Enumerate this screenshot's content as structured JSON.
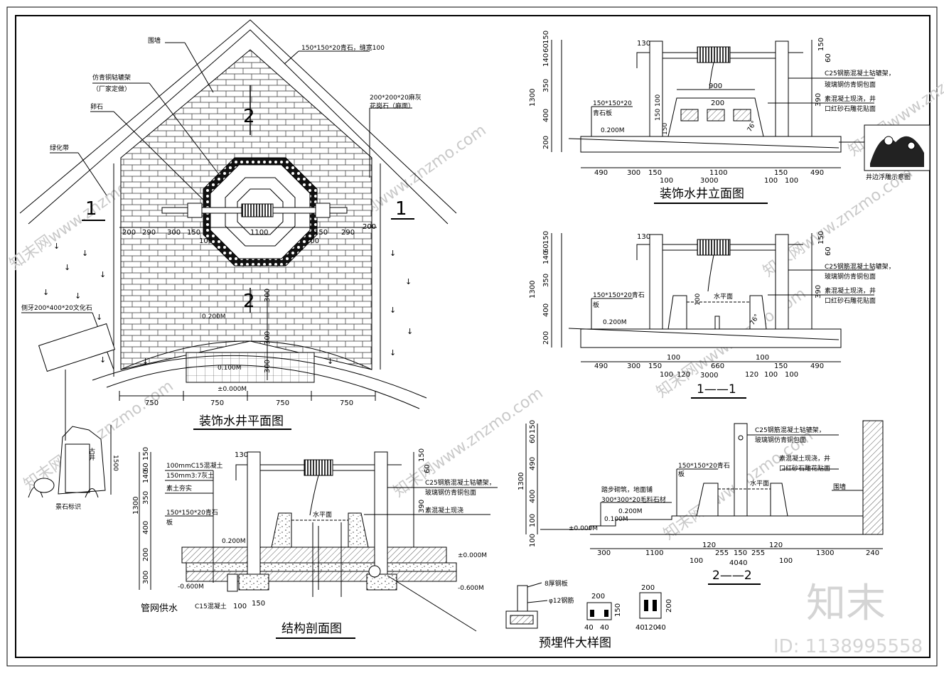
{
  "titles": {
    "plan": "装饰水井平面图",
    "elevation": "装饰水井立面图",
    "section11": "1——1",
    "section22": "2——2",
    "structure": "结构剖面图",
    "embedded": "预埋件大样图"
  },
  "plan_labels": {
    "enclosure_wall": "围墙",
    "stone_top": "150*150*20青石，缝宽100",
    "bracket": "仿青铜轱辘架",
    "bracket_note": "（厂家定做）",
    "pebble": "卵石",
    "green_belt": "绿化带",
    "granite_1": "200*200*20麻灰",
    "granite_2": "花岗石（麻面）",
    "culture_stone": "侧牙200*400*20文化石",
    "section_1": "1",
    "section_2": "2",
    "level_200": "0.200M",
    "level_100": "0.100M",
    "level_000": "±0.000M",
    "dims_top": [
      "200",
      "290",
      "300",
      "150",
      "100",
      "1100",
      "100",
      "150",
      "290",
      "200"
    ],
    "dims_bottom": [
      "750",
      "750",
      "750",
      "750"
    ],
    "dims_vertical": [
      "300",
      "300",
      "300"
    ]
  },
  "rock_sign": {
    "text": "景石标识",
    "carved": "古井",
    "height": "1500"
  },
  "elevation_labels": {
    "bracket_1": "C25钢筋混凝土轱辘架，",
    "bracket_2": "玻璃钢仿青铜包面",
    "concrete_1": "素混凝土现浇，井",
    "concrete_2": "口红砂石雕花贴面",
    "stone_1": "150*150*20",
    "stone_2": "青石板",
    "level": "0.200M",
    "relief": "井边浮雕示意图",
    "dims_left": [
      "130",
      "60",
      "150",
      "140",
      "350",
      "400",
      "200",
      "1300"
    ],
    "dims_right": [
      "150",
      "60",
      "390"
    ],
    "dims_bottom": [
      "490",
      "300",
      "150",
      "1100",
      "150",
      "490",
      "100",
      "3000",
      "100",
      "100"
    ],
    "inner": [
      "900",
      "200",
      "76°",
      "150",
      "100",
      "150"
    ]
  },
  "section11_labels": {
    "bracket_1": "C25钢筋混凝土轱辘架，",
    "bracket_2": "玻璃钢仿青铜包面",
    "concrete_1": "素混凝土现浇，井",
    "concrete_2": "口红砂石雕花贴面",
    "stone_1": "150*150*20青石",
    "stone_2": "板",
    "water": "水平面",
    "level": "0.200M",
    "dims_left": [
      "130",
      "60",
      "150",
      "140",
      "350",
      "400",
      "200",
      "1300"
    ],
    "dims_right": [
      "150",
      "60",
      "390"
    ],
    "dims_bottom": [
      "490",
      "300",
      "150",
      "100",
      "660",
      "100",
      "150",
      "490",
      "100",
      "120",
      "3000",
      "120",
      "100",
      "100"
    ],
    "inner": [
      "100",
      "76°"
    ]
  },
  "section22_labels": {
    "bracket_1": "C25钢筋混凝土轱辘架，",
    "bracket_2": "玻璃钢仿青铜包面",
    "concrete_1": "素混凝土现浇，井",
    "concrete_2": "口红砂石雕花贴面",
    "stone_1": "150*150*20青石",
    "stone_2": "板",
    "step_1": "踏步砌筑，地面铺",
    "step_2": "300*300*20毛料石材",
    "wall": "围墙",
    "water": "水平面",
    "level_200": "0.200M",
    "level_100": "0.100M",
    "level_000": "±0.000M",
    "dims_left": [
      "150",
      "60",
      "490",
      "400",
      "100",
      "1300",
      "100"
    ],
    "dims_bottom": [
      "300",
      "1100",
      "120",
      "255",
      "150",
      "255",
      "120",
      "1300",
      "240",
      "100",
      "4040",
      "100"
    ]
  },
  "structure_labels": {
    "layer_1": "100mmC15混凝土",
    "layer_2": "150mm3:7灰土",
    "layer_3": "素土夯实",
    "bracket_1": "C25钢筋混凝土轱辘架，",
    "bracket_2": "玻璃钢仿青铜包面",
    "concrete": "素混凝土现浇",
    "stone_1": "150*150*20青石",
    "stone_2": "板",
    "water": "水平面",
    "level_200": "0.200M",
    "level_000": "±0.000M",
    "level_600a": "-0.600M",
    "level_600b": "-0.600M",
    "supply": "管网供水",
    "c15": "C15混凝土",
    "dims_left": [
      "130",
      "150",
      "60",
      "140",
      "350",
      "400",
      "200",
      "300",
      "1300"
    ],
    "dims_right": [
      "150",
      "60",
      "390"
    ],
    "dims_bottom": [
      "100",
      "150"
    ]
  },
  "embedded_labels": {
    "plate": "8厚钢板",
    "rebar": "φ12钢筋",
    "dims": [
      "200",
      "150",
      "40",
      "40",
      "200",
      "200",
      "40",
      "120",
      "40"
    ]
  },
  "watermarks": [
    "知末网www.znzmo.com",
    "知末网www.znzmo.com",
    "知末网www.znzmo.com",
    "知末网www.znzmo.com",
    "知末网www.znzmo.com",
    "知末网www.znzmo.com",
    "知末网www.znzmo.com",
    "知末网www.znzmo.com"
  ],
  "brand": {
    "logo": "知末",
    "id": "ID: 1138995558"
  }
}
